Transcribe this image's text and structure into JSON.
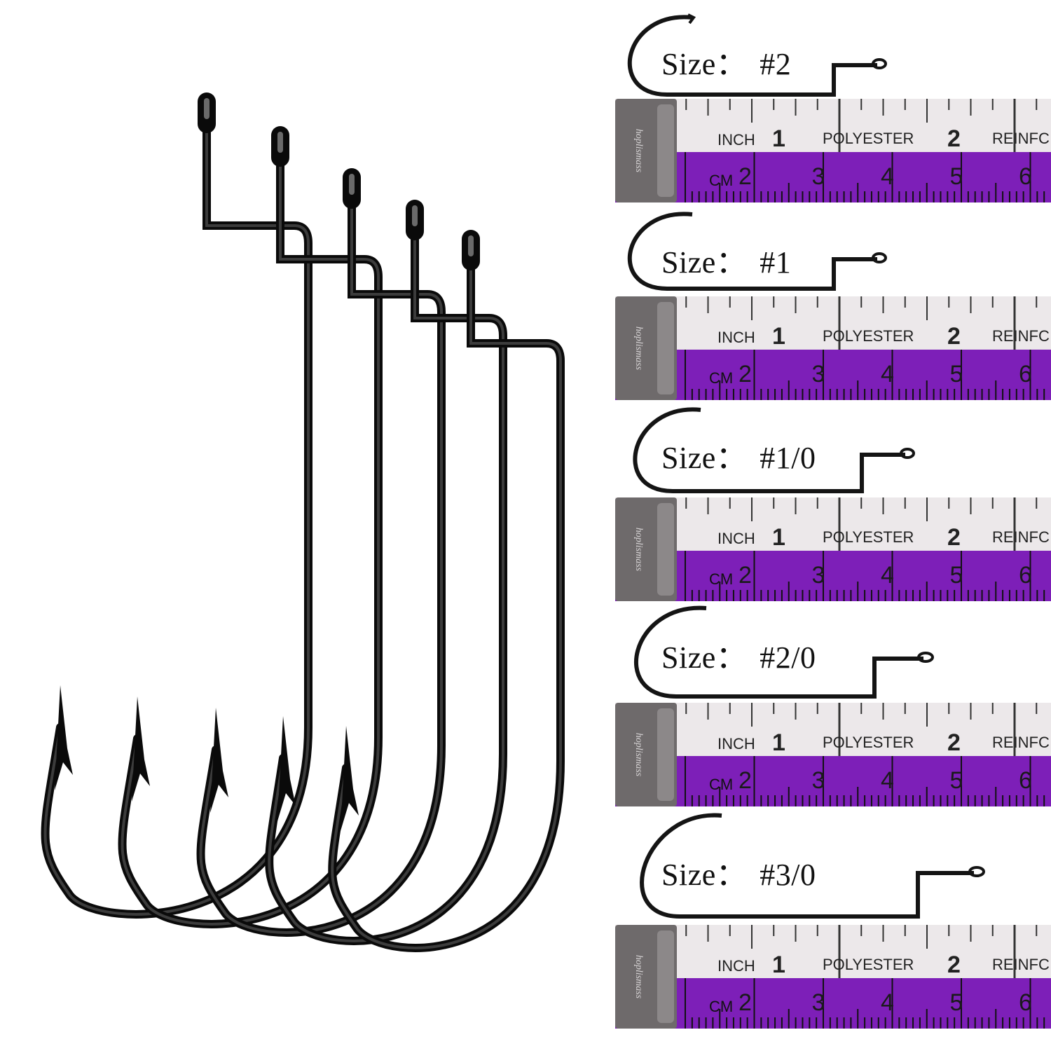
{
  "sizes": [
    {
      "label": "Size",
      "separator": "：",
      "value": "#2"
    },
    {
      "label": "Size",
      "separator": "：",
      "value": "#1"
    },
    {
      "label": "Size",
      "separator": "：",
      "value": "#1/0"
    },
    {
      "label": "Size",
      "separator": "：",
      "value": "#2/0"
    },
    {
      "label": "Size",
      "separator": "：",
      "value": "#3/0"
    }
  ],
  "ruler": {
    "brand": "hoplismass",
    "inch_label": "INCH",
    "material": "POLYESTER",
    "reinforced": "REINFC",
    "cm_label": "CM",
    "inch_marks": [
      "1",
      "2"
    ],
    "cm_marks": [
      "2",
      "3",
      "4",
      "5",
      "6"
    ]
  },
  "colors": {
    "tape_top": "#ece8ea",
    "tape_bottom": "#7d1fb8",
    "end_cap": "#6e6a6b",
    "hook": "#141414"
  }
}
